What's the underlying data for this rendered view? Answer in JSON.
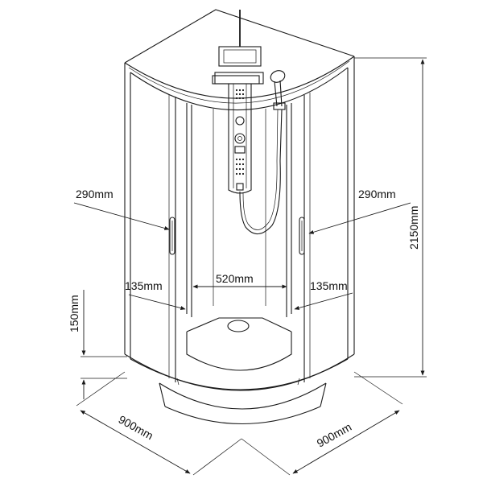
{
  "dimensions": {
    "door_left": "290mm",
    "door_right": "290mm",
    "total_height": "2150mm",
    "front_opening": "520mm",
    "side_left": "135mm",
    "side_right": "135mm",
    "tray_height": "150mm",
    "width_left": "900mm",
    "width_right": "900mm"
  }
}
